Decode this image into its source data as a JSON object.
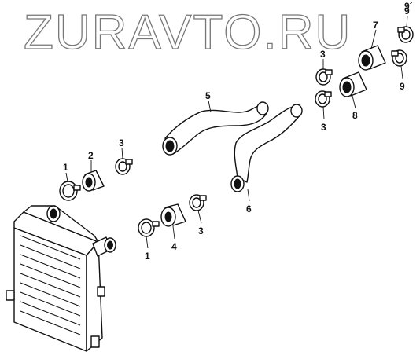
{
  "watermark": "ZURAVTO.RU",
  "corner_mark": "9´",
  "callouts": {
    "c1a": "1",
    "c2": "2",
    "c3a": "3",
    "c1b": "1",
    "c4": "4",
    "c3b": "3",
    "c5": "5",
    "c6": "6",
    "c3c": "3",
    "c3d": "3",
    "c7": "7",
    "c8": "8",
    "c9a": "9",
    "c9b": "9"
  }
}
